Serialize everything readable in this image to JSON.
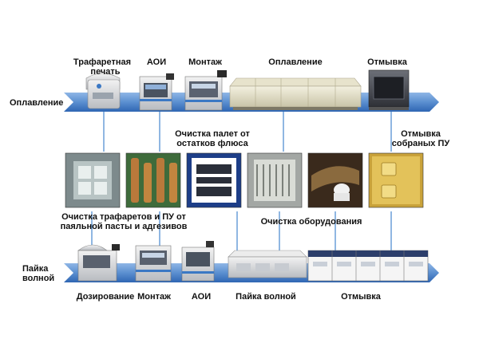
{
  "rows": {
    "reflow": "Оплавление",
    "wave_line1": "Пайка",
    "wave_line2": "волной"
  },
  "top_steps": {
    "stencil_print_line1": "Трафаретная",
    "stencil_print_line2": "печать",
    "aoi": "АОИ",
    "mounting": "Монтаж",
    "reflow": "Оплавление",
    "washing": "Отмывка"
  },
  "middle_labels": {
    "stencil_cleaning_line1": "Очистка трафаретов и ПУ от",
    "stencil_cleaning_line2": "паяльной пасты и адгезивов",
    "pallet_cleaning_line1": "Очистка палет от",
    "pallet_cleaning_line2": "остатков флюса",
    "equipment_cleaning": "Очистка оборудования",
    "assembled_wash_line1": "Отмывка",
    "assembled_wash_line2": "собраных ПУ"
  },
  "bottom_steps": {
    "dispensing": "Дозирование",
    "mounting": "Монтаж",
    "aoi": "АОИ",
    "wave_soldering": "Пайка волной",
    "washing": "Отмывка"
  },
  "colors": {
    "arrow": "#5b8fd0",
    "arrow_dark": "#2f66b3",
    "connector": "#6a9fd8"
  }
}
